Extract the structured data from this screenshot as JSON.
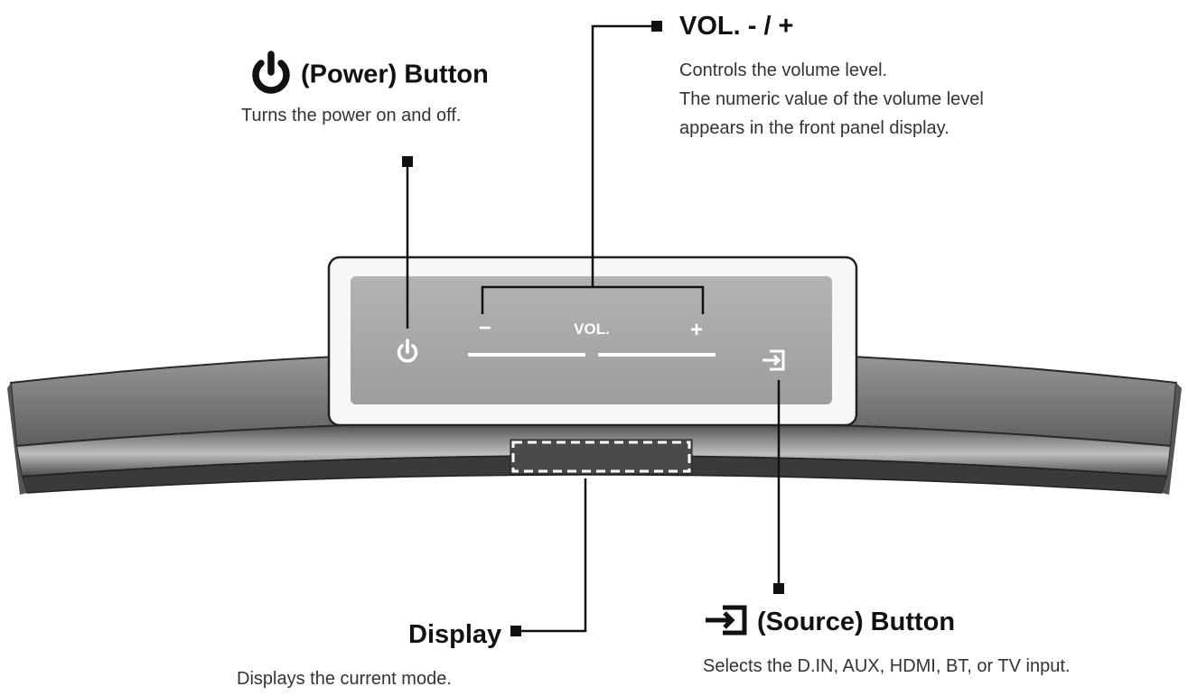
{
  "panel": {
    "vol_label": "VOL.",
    "minus_label": "−",
    "plus_label": "+"
  },
  "callouts": {
    "power": {
      "title": "(Power) Button",
      "description": "Turns the power on and off."
    },
    "volume": {
      "title": "VOL. - / +",
      "description_lines": [
        "Controls the volume level.",
        "The numeric value of the volume level",
        "appears in the front panel display."
      ]
    },
    "display": {
      "title": "Display",
      "description": "Displays the current mode."
    },
    "source": {
      "title": "(Source) Button",
      "description": "Selects the D.IN, AUX, HDMI, BT, or TV input."
    }
  },
  "icons": {
    "power": "power-icon",
    "source": "source-input-icon"
  },
  "colors": {
    "leader_line": "#111111",
    "panel_face": "#a9a9a9",
    "panel_frame": "#f7f7f7",
    "bar_body": "#6a6a6a"
  }
}
